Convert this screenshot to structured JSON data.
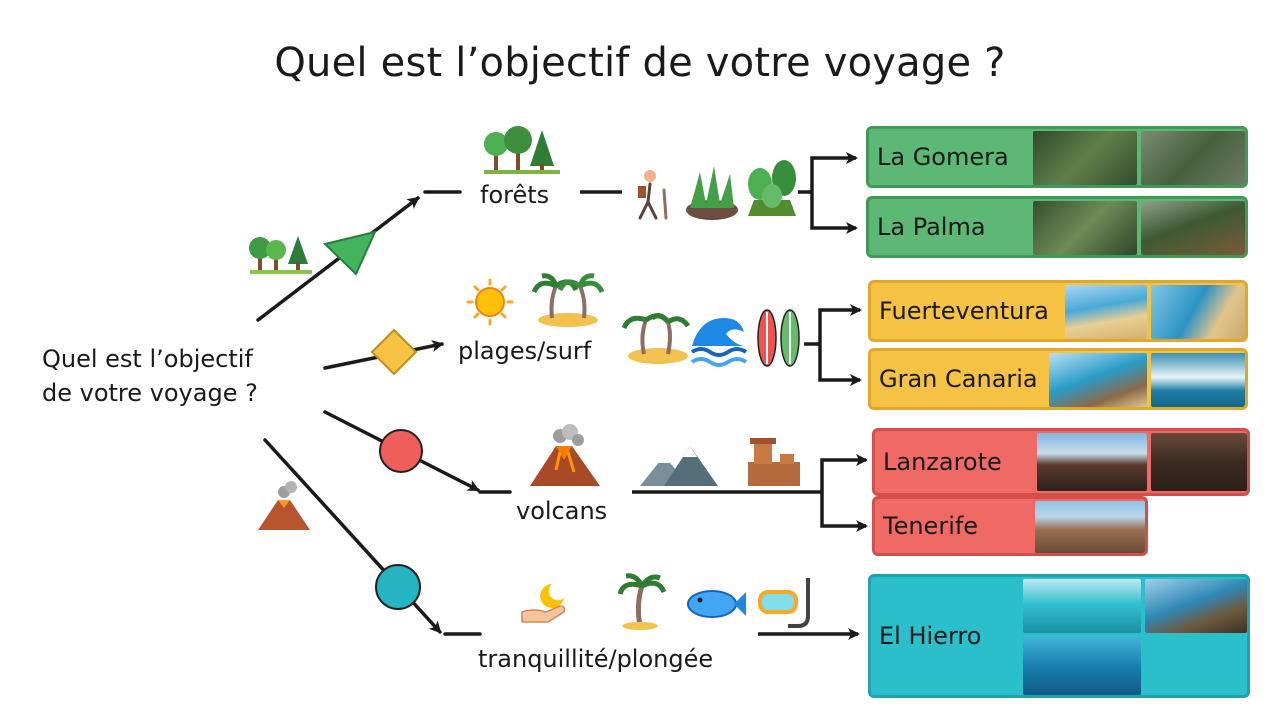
{
  "title": "Quel est l’objectif de votre voyage ?",
  "root": {
    "line1": "Quel est l’objectif",
    "line2": "de votre voyage ?"
  },
  "branches": {
    "forets": "forêts",
    "plages": "plages/surf",
    "volcans": "volcans",
    "tranquillite": "tranquillité/plongée"
  },
  "destinations": {
    "la_gomera": "La Gomera",
    "la_palma": "La Palma",
    "fuerteventura": "Fuerteventura",
    "gran_canaria": "Gran Canaria",
    "lanzarote": "Lanzarote",
    "tenerife": "Tenerife",
    "el_hierro": "El Hierro"
  },
  "colors": {
    "forest": "#5cb874",
    "forest_border": "#3f9a58",
    "beach": "#f6c244",
    "beach_border": "#e0a82a",
    "volcano": "#ef6a65",
    "volcano_border": "#d24e4a",
    "calm": "#2bbfcb",
    "calm_border": "#1fa2ad",
    "arrow": "#1a1a1a"
  },
  "icons": [
    "trees-icon",
    "triangle-marker-icon",
    "diamond-marker-icon",
    "circle-marker-icon",
    "sun-icon",
    "palm-island-icon",
    "hiker-icon",
    "grass-icon",
    "plant-icon",
    "wave-icon",
    "surfboards-icon",
    "mountains-icon",
    "rock-formation-icon",
    "volcano-icon",
    "moon-hand-icon",
    "palm-tree-icon",
    "fish-icon",
    "snorkel-mask-icon"
  ]
}
